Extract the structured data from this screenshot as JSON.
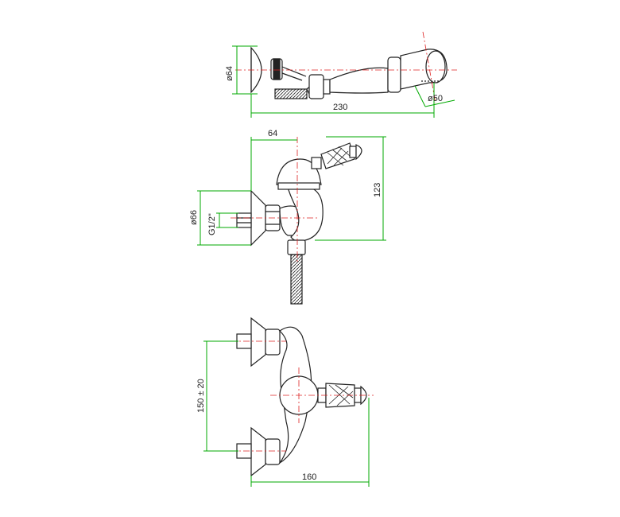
{
  "labels": {
    "top_diameter_left": "ø64",
    "top_diameter_right": "ø50",
    "top_length": "230",
    "mid_width": "64",
    "mid_height": "123",
    "mid_diameter": "ø66",
    "mid_thread": "G1/2\"",
    "bottom_spacing": "150 ± 20",
    "bottom_width": "160"
  },
  "colors": {
    "dimension_line": "#00aa00",
    "center_line": "#dd2222",
    "outline": "#222222",
    "background": "#ffffff"
  }
}
